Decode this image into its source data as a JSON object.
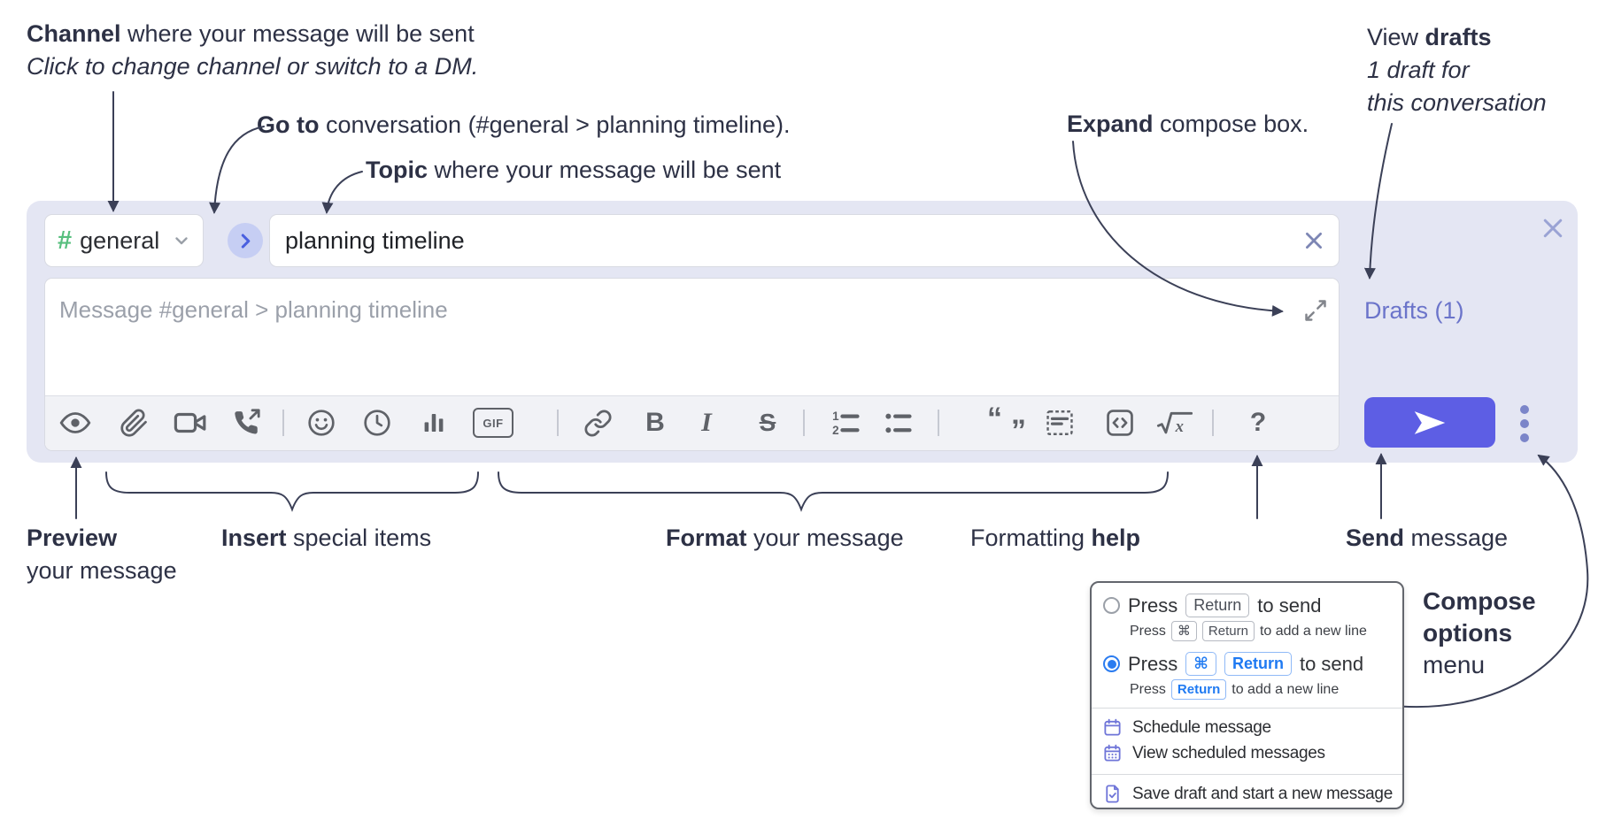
{
  "ann": {
    "channel_b": "Channel",
    "channel_r": " where your message will be sent",
    "channel_sub": "Click to change channel or switch to a DM.",
    "goto_b": "Go to",
    "goto_r": " conversation (#general > planning timeline).",
    "topic_b": "Topic",
    "topic_r": " where your message will be sent",
    "expand_b": "Expand",
    "expand_r": " compose box.",
    "drafts_pre": "View ",
    "drafts_b": "drafts",
    "drafts_l2": "1 draft for",
    "drafts_l3": "this conversation",
    "preview_b": "Preview",
    "preview_l2": "your message",
    "insert_b": "Insert",
    "insert_r": " special items",
    "format_b": "Format",
    "format_r": " your message",
    "help_pre": "Formatting ",
    "help_b": "help",
    "send_b": "Send",
    "send_r": " message",
    "opts_l1": "Compose",
    "opts_l2": "options",
    "opts_l3": "menu"
  },
  "compose": {
    "channel_hash": "#",
    "channel_name": "general",
    "topic_value": "planning timeline",
    "message_placeholder": "Message #general > planning timeline",
    "drafts_label": "Drafts (1)",
    "toolbar": {
      "gif": "GIF",
      "bold": "B",
      "italic": "I",
      "strike": "S",
      "ol1": "1",
      "ol2": "2",
      "quote_open": "“",
      "quote_close": "”",
      "math_x": "x",
      "help": "?"
    }
  },
  "menu": {
    "r1_press": "Press",
    "r1_key": "Return",
    "r1_rest": "to send",
    "r1s_press": "Press",
    "r1s_k1": "⌘",
    "r1s_k2": "Return",
    "r1s_rest": "to add a new line",
    "r2_press": "Press",
    "r2_k1": "⌘",
    "r2_k2": "Return",
    "r2_rest": "to send",
    "r2s_press": "Press",
    "r2s_key": "Return",
    "r2s_rest": "to add a new line",
    "item_schedule": "Schedule message",
    "item_view": "View scheduled messages",
    "item_save": "Save draft and start a new message"
  },
  "colors": {
    "accent_send": "#5d5ee4",
    "panel_bg": "#e4e6f3",
    "drafts_link": "#6b74ca",
    "hash_green": "#57bf7e",
    "kbd_blue": "#1f7af2",
    "menu_icon_purple": "#6f75d8",
    "annotation_text": "#2d3145"
  }
}
